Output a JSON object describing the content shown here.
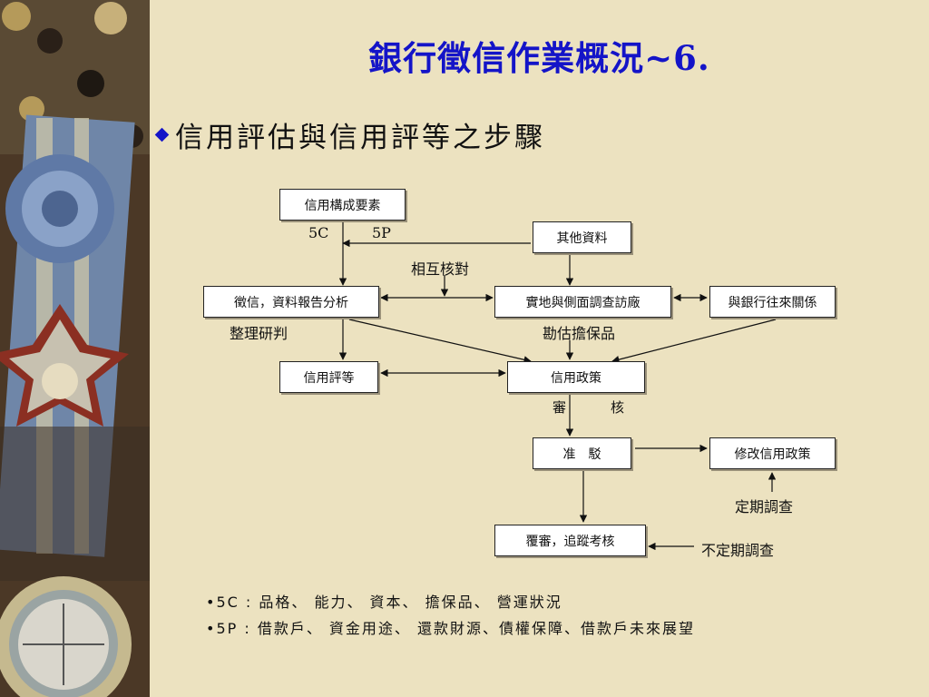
{
  "slide": {
    "title": "銀行徵信作業概況~6.",
    "heading": "信用評估與信用評等之步驟"
  },
  "diagram": {
    "boxes": {
      "credit_elements": "信用構成要素",
      "other_data": "其他資料",
      "credit_report": "徵信，資料報告分析",
      "field_survey": "實地與側面調查訪廠",
      "bank_relations": "與銀行往來關係",
      "credit_rating": "信用評等",
      "credit_policy": "信用政策",
      "approve_reject": "准　駁",
      "modify_policy": "修改信用政策",
      "review_tracking": "覆審，追蹤考核"
    },
    "labels": {
      "five_c": "5C",
      "five_p": "5P",
      "cross_check": "相互核對",
      "organize": "整理研判",
      "collateral": "勘估擔保品",
      "review_left": "審",
      "review_right": "核",
      "periodic": "定期調查",
      "irregular": "不定期調查"
    }
  },
  "notes": [
    "•5C : 品格、 能力、 資本、 擔保品、 營運狀況",
    "•5P : 借款戶、 資金用途、 還款財源、債權保障、借款戶未來展望"
  ],
  "colors": {
    "title": "#1414c8",
    "background": "#ece2c0"
  }
}
